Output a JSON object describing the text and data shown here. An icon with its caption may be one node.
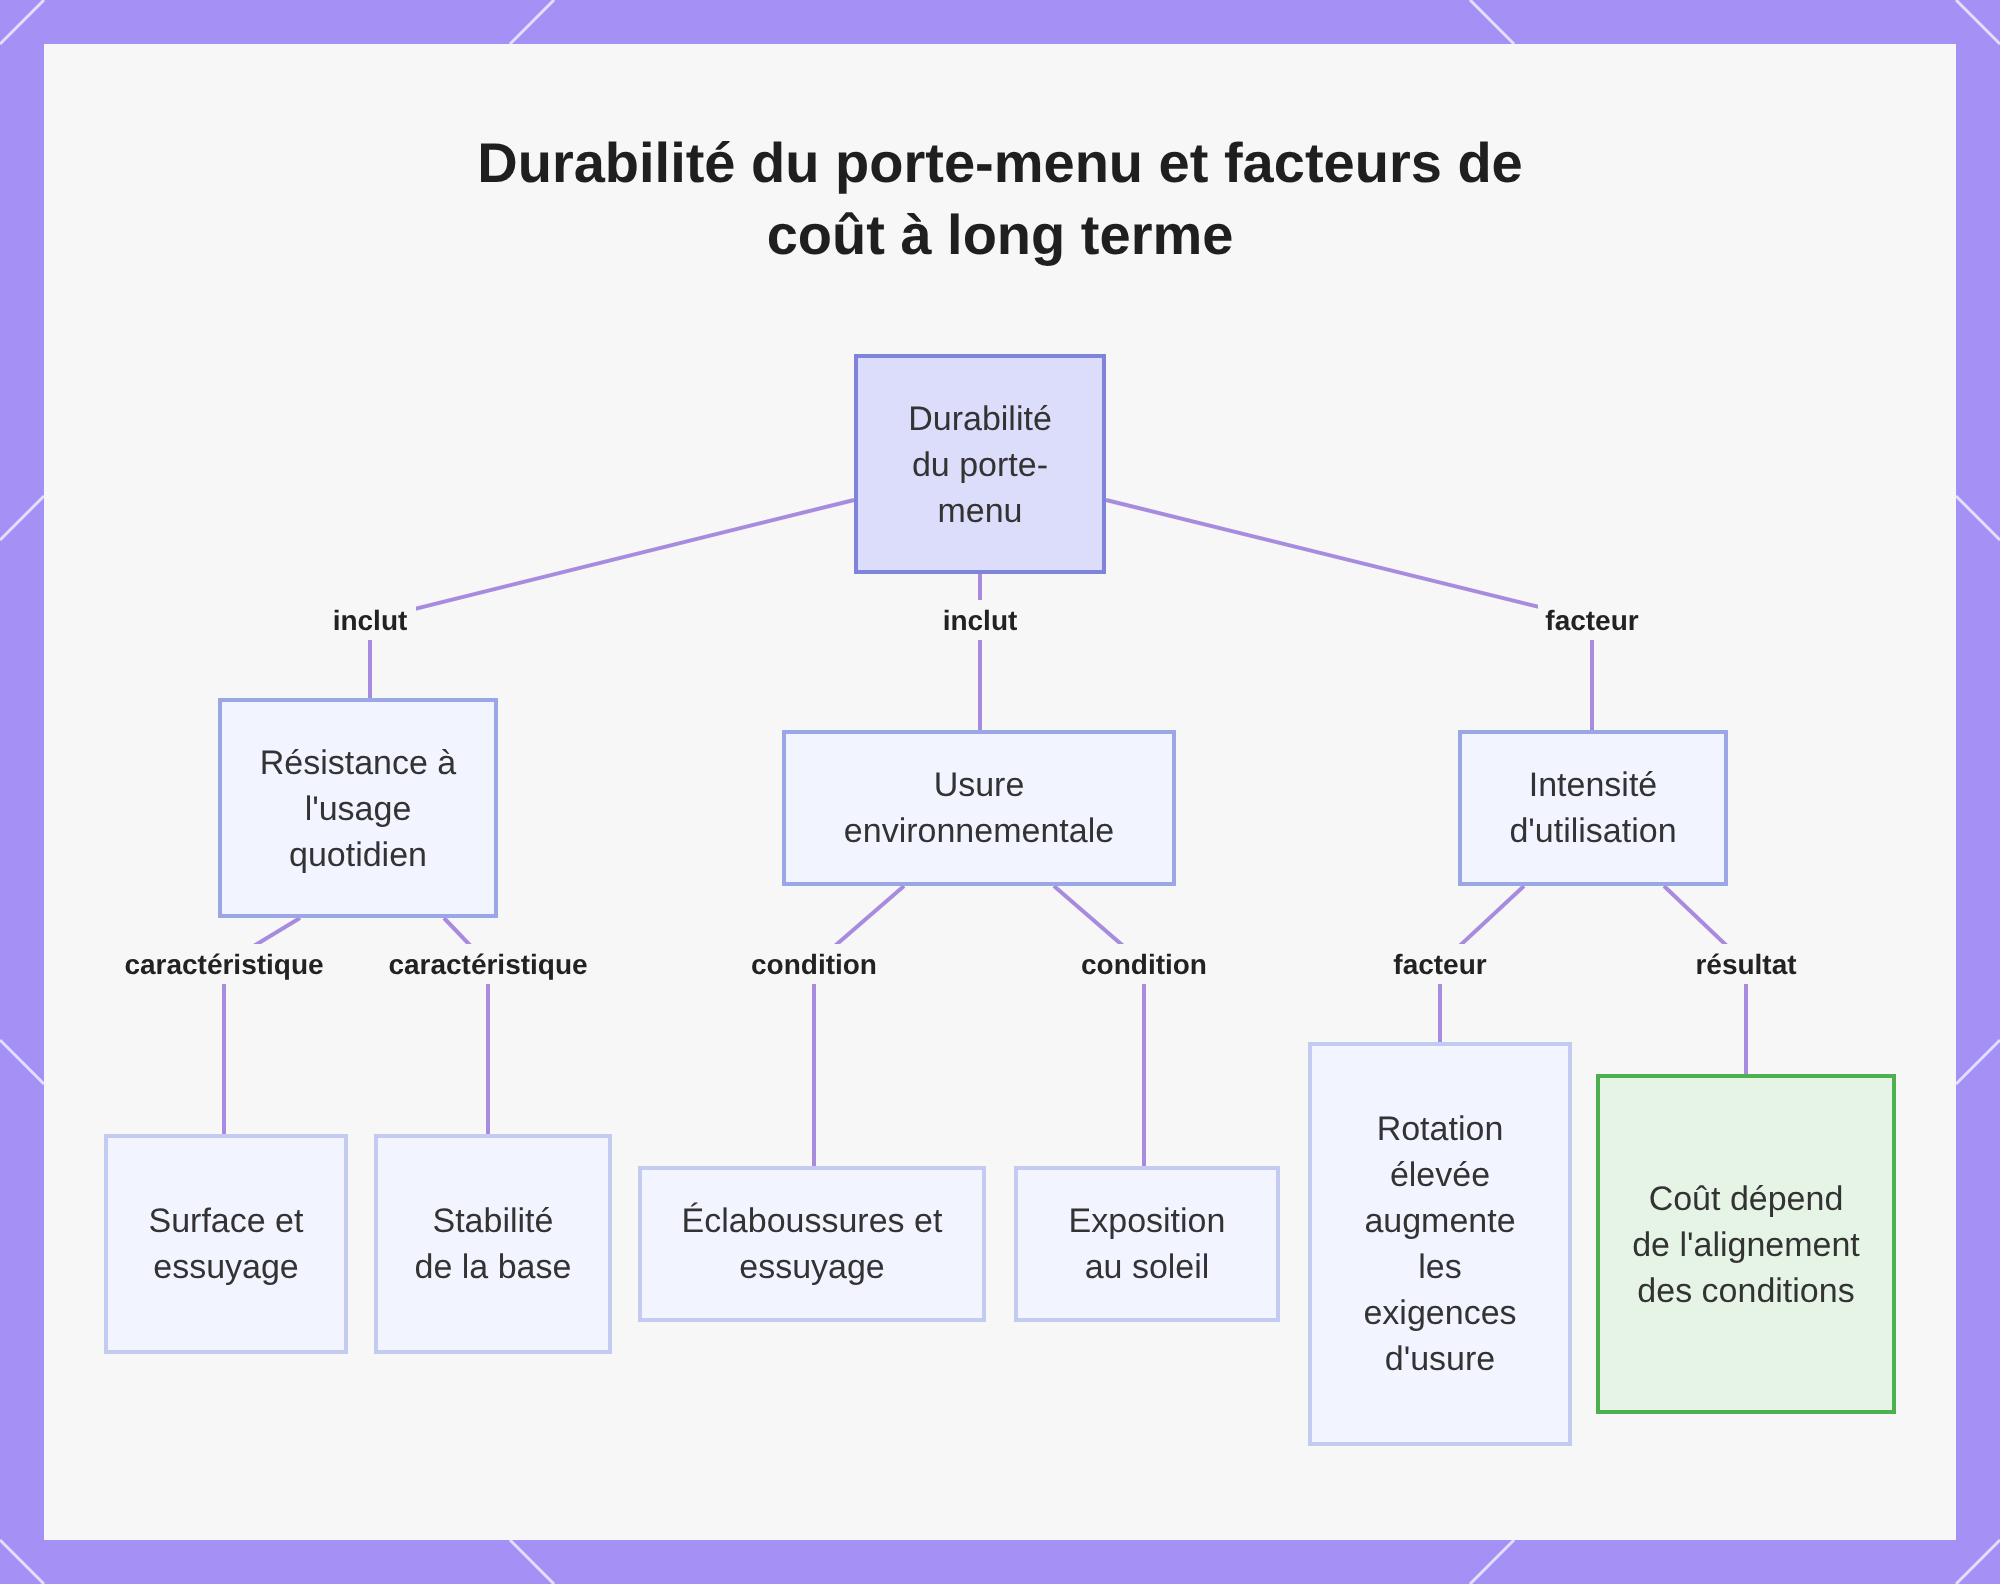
{
  "diagram": {
    "title": "Durabilité du porte-menu et facteurs de coût à long terme",
    "nodes": [
      {
        "text": [
          "Durabilité du porte-menu"
        ]
      },
      {
        "text": [
          "Résistance à l'usage quotidien"
        ]
      },
      {
        "text": [
          "Usure environnementale"
        ]
      },
      {
        "text": [
          "Intensité d'utilisation"
        ]
      },
      {
        "text": [
          "Surface et essuyage"
        ]
      },
      {
        "text": [
          "Stabilité de la base"
        ]
      },
      {
        "text": [
          "Éclaboussures et essuyage"
        ]
      },
      {
        "text": [
          "Exposition au soleil"
        ]
      },
      {
        "text": [
          "Rotation élevée augmente les exigences d'usure"
        ]
      },
      {
        "text": [
          "Coût dépend de l'alignement des conditions"
        ]
      }
    ],
    "edges": [
      {
        "from": 0,
        "to": 1,
        "arrow": "none",
        "label": "inclut"
      },
      {
        "from": 0,
        "to": 2,
        "arrow": "none",
        "label": "inclut"
      },
      {
        "from": 0,
        "to": 3,
        "arrow": "none",
        "label": "facteur"
      },
      {
        "from": 1,
        "to": 4,
        "arrow": "none",
        "label": "caractéristique"
      },
      {
        "from": 1,
        "to": 5,
        "arrow": "none",
        "label": "caractéristique"
      },
      {
        "from": 2,
        "to": 6,
        "arrow": "none",
        "label": "condition"
      },
      {
        "from": 2,
        "to": 7,
        "arrow": "none",
        "label": "condition"
      },
      {
        "from": 3,
        "to": 8,
        "arrow": "none",
        "label": "facteur"
      },
      {
        "from": 3,
        "to": 9,
        "arrow": "none",
        "label": "résultat"
      }
    ]
  }
}
